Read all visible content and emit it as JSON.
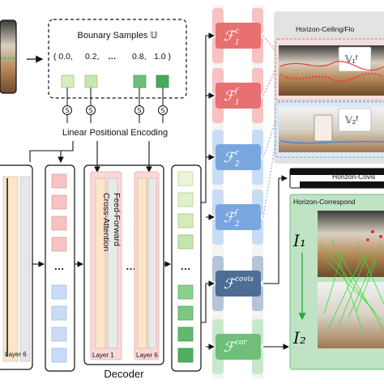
{
  "boundary": {
    "title": "Bounary Samples 𝕌",
    "values": [
      "( 0.0,",
      "0.2,",
      "…",
      "0.8,",
      "1.0 )"
    ],
    "encoding_label": "Linear Positional Encoding"
  },
  "decoder": {
    "title": "Decoder",
    "cross_attention": "Cross-Attention",
    "feed_forward": "Feed-Forward",
    "layer_first": "Layer 1",
    "layer_last": "Layer 6",
    "ellipsis": "…"
  },
  "encoder": {
    "layer_label": "Layer 6"
  },
  "heads": [
    {
      "base": "ℱ",
      "sub": "1",
      "sup": "c",
      "color": "#e87070",
      "light": "#f6c2c2"
    },
    {
      "base": "ℱ",
      "sub": "1",
      "sup": "f",
      "color": "#e87070",
      "light": "#f6c2c2"
    },
    {
      "base": "ℱ",
      "sub": "2",
      "sup": "c",
      "color": "#7aa6e0",
      "light": "#c9dcf5"
    },
    {
      "base": "ℱ",
      "sub": "2",
      "sup": "f",
      "color": "#7aa6e0",
      "light": "#c9dcf5"
    },
    {
      "base": "ℱ",
      "sub": "",
      "sup": "covis",
      "color": "#4d6d94",
      "light": "#b5c4d6"
    },
    {
      "base": "ℱ",
      "sub": "",
      "sup": "cor",
      "color": "#6fbf7a",
      "light": "#c8e8cc"
    }
  ],
  "panels": {
    "horizon_ceiling_title": "Horizon-Ceiling/Flo",
    "v1_label": "𝕍₁ᶠ",
    "v2_label": "𝕍₂ᶠ",
    "covis_title": "Horizon-Covis",
    "corr_title": "Horizon-Correspond",
    "i1": "I₁",
    "i2": "I₂"
  },
  "colors": {
    "red": "#e87070",
    "blue": "#7aa6e0",
    "green": "#6fbf7a",
    "navy": "#4d6d94",
    "light_green_bg": "#bfe3c4",
    "gray_bg": "#e3e3e3"
  }
}
